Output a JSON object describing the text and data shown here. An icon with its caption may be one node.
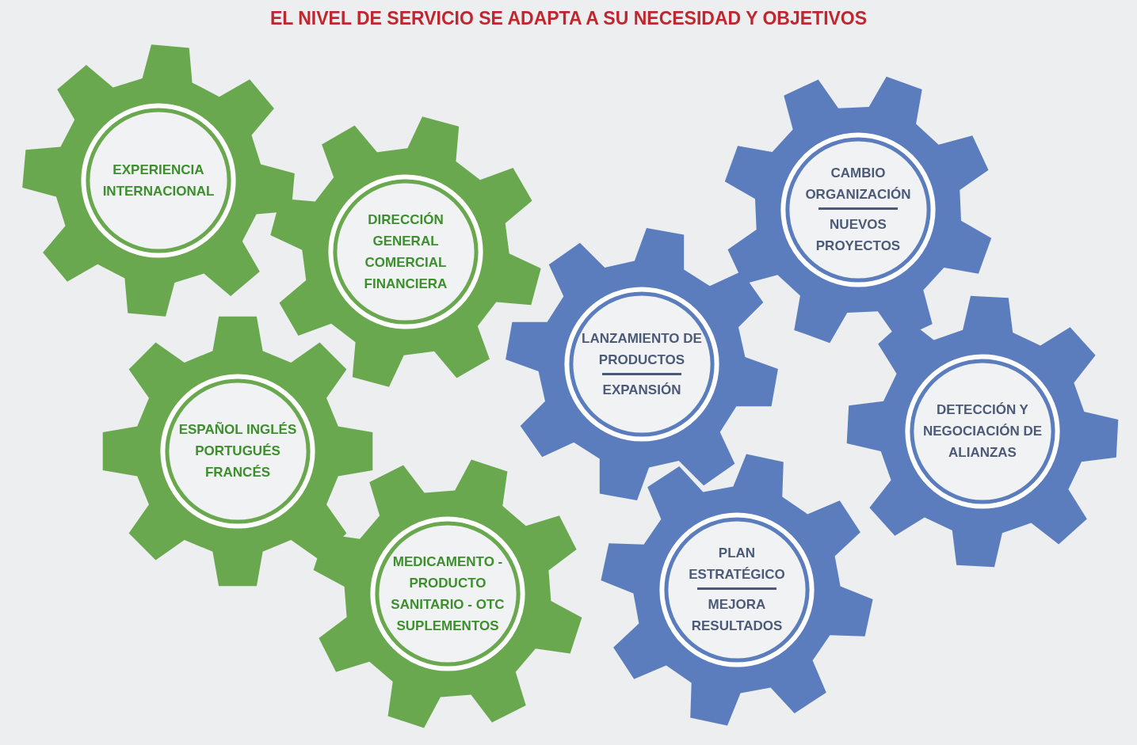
{
  "diagram": {
    "title": "EL NIVEL DE SERVICIO SE ADAPTA A SU NECESIDAD Y OBJETIVOS",
    "nodes": [
      {
        "text": [
          "EXPERIENCIA INTERNACIONAL"
        ]
      },
      {
        "text": [
          "DIRECCIÓN GENERAL COMERCIAL FINANCIERA"
        ]
      },
      {
        "text": [
          "ESPAÑOL INGLÉS PORTUGUÉS FRANCÉS"
        ]
      },
      {
        "text": [
          "MEDICAMENTO - PRODUCTO SANITARIO - OTC SUPLEMENTOS"
        ]
      },
      {
        "text": [
          "LANZAMIENTO DE PRODUCTOS",
          "EXPANSIÓN"
        ]
      },
      {
        "text": [
          "CAMBIO ORGANIZACIÓN",
          "NUEVOS PROYECTOS"
        ]
      },
      {
        "text": [
          "DETECCIÓN Y NEGOCIACIÓN DE ALIANZAS"
        ]
      },
      {
        "text": [
          "PLAN ESTRATÉGICO",
          "MEJORA RESULTADOS"
        ]
      }
    ],
    "edges": []
  }
}
